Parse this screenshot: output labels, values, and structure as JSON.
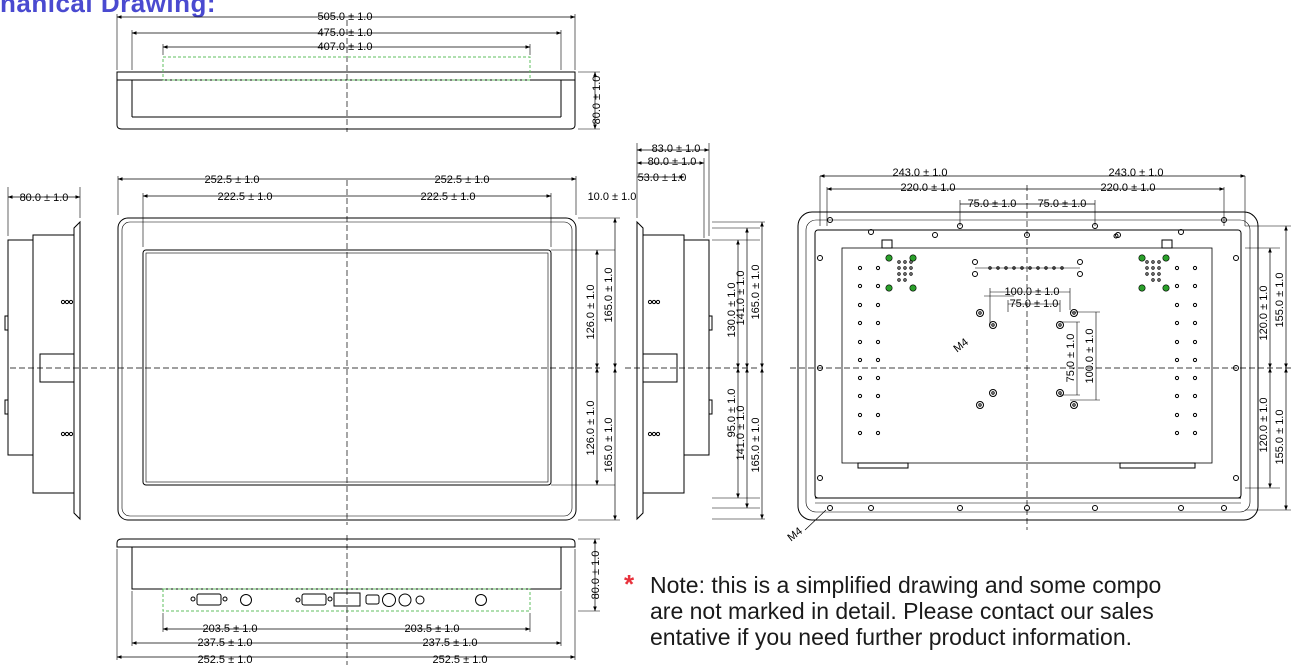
{
  "title": "hanical Drawing:",
  "colors": {
    "title": "#4a4ad0",
    "star": "#e8323c",
    "pcb": "#5fbf5f",
    "hole": "#2aa02a"
  },
  "dims": {
    "top_505": "505.0 ± 1.0",
    "top_475": "475.0 ± 1.0",
    "top_407": "407.0 ± 1.0",
    "top_80": "80.0 ± 1.0",
    "left_80": "80.0 ± 1.0",
    "f_252a": "252.5 ± 1.0",
    "f_252b": "252.5 ± 1.0",
    "f_222a": "222.5 ± 1.0",
    "f_222b": "222.5 ± 1.0",
    "f_10": "10.0 ± 1.0",
    "f_126a": "126.0 ± 1.0",
    "f_165a": "165.0 ± 1.0",
    "f_126b": "126.0 ± 1.0",
    "f_165b": "165.0 ± 1.0",
    "s_83": "83.0 ± 1.0",
    "s_80": "80.0 ± 1.0",
    "s_53": "53.0 ± 1.0",
    "s_130": "130.0 ± 1.0",
    "s_141a": "141.0 ± 1.0",
    "s_165a": "165.0 ± 1.0",
    "s_95": "95.0 ± 1.0",
    "s_141b": "141.0 ± 1.0",
    "s_165b": "165.0 ± 1.0",
    "r_243a": "243.0 ± 1.0",
    "r_243b": "243.0 ± 1.0",
    "r_220a": "220.0 ± 1.0",
    "r_220b": "220.0 ± 1.0",
    "r_75a": "75.0 ± 1.0",
    "r_75b": "75.0 ± 1.0",
    "r_100h": "100.0 ± 1.0",
    "r_75h": "75.0 ± 1.0",
    "r_75v": "75.0 ± 1.0",
    "r_100v": "100.0 ± 1.0",
    "r_120a": "120.0 ± 1.0",
    "r_155a": "155.0 ± 1.0",
    "r_120b": "120.0 ± 1.0",
    "r_155b": "155.0 ± 1.0",
    "m4a": "M4",
    "m4b": "M4",
    "b_80": "80.0 ± 1.0",
    "b_203a": "203.5 ± 1.0",
    "b_203b": "203.5 ± 1.0",
    "b_237a": "237.5 ± 1.0",
    "b_237b": "237.5 ± 1.0",
    "b_252a": "252.5 ± 1.0",
    "b_252b": "252.5 ± 1.0"
  },
  "note": {
    "star": "*",
    "line1": "Note: this is a simplified drawing and some compo",
    "line2": "are not marked in detail. Please contact our sales",
    "line3": "entative if you need further product information."
  }
}
